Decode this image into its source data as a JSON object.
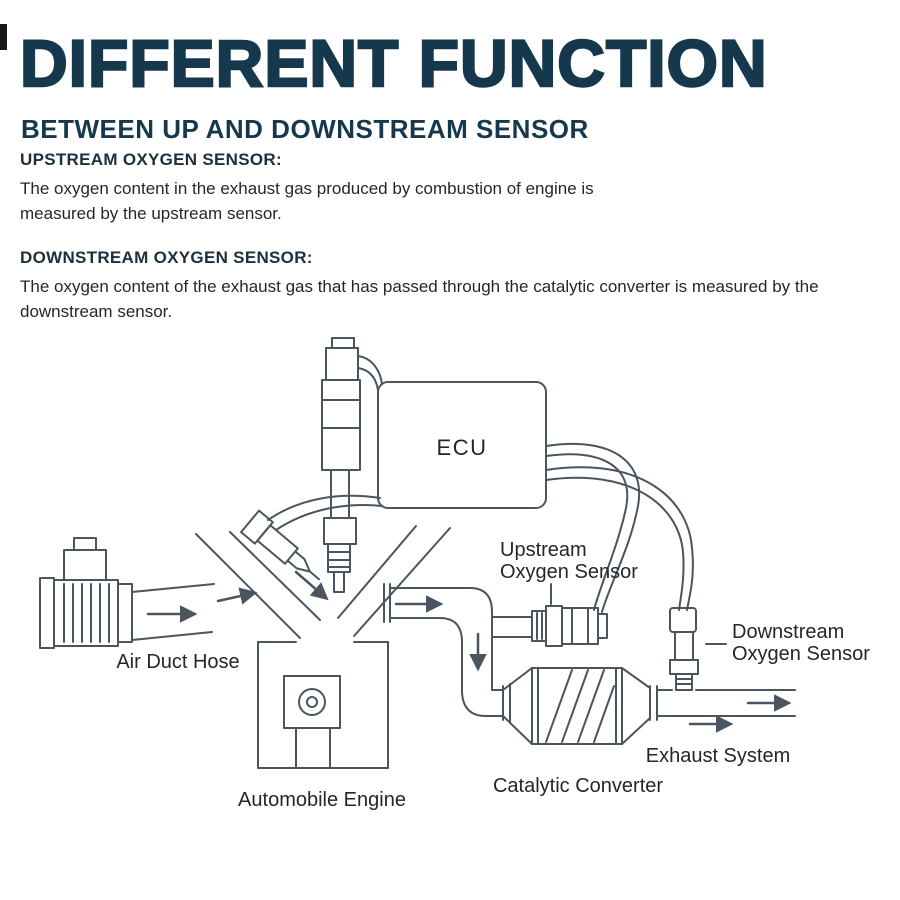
{
  "header": {
    "title": "DIFFERENT FUNCTION",
    "subtitle": "BETWEEN UP AND DOWNSTREAM SENSOR"
  },
  "sections": [
    {
      "heading": "UPSTREAM OXYGEN SENSOR:",
      "body": "The oxygen content in the exhaust gas produced by combustion of engine is measured by the upstream sensor."
    },
    {
      "heading": "DOWNSTREAM OXYGEN SENSOR:",
      "body": "The oxygen content of the exhaust gas that has passed through the catalytic converter is measured by the downstream sensor."
    }
  ],
  "diagram": {
    "labels": {
      "ecu": "ECU",
      "upstream_sensor": [
        "Upstream",
        "Oxygen Sensor"
      ],
      "downstream_sensor": [
        "Downstream",
        "Oxygen Sensor"
      ],
      "air_duct_hose": "Air Duct Hose",
      "automobile_engine": "Automobile Engine",
      "catalytic_converter": "Catalytic Converter",
      "exhaust_system": "Exhaust System"
    },
    "colors": {
      "line": "#4b555f",
      "label_text": "#22272c",
      "title": "#16384d"
    }
  }
}
